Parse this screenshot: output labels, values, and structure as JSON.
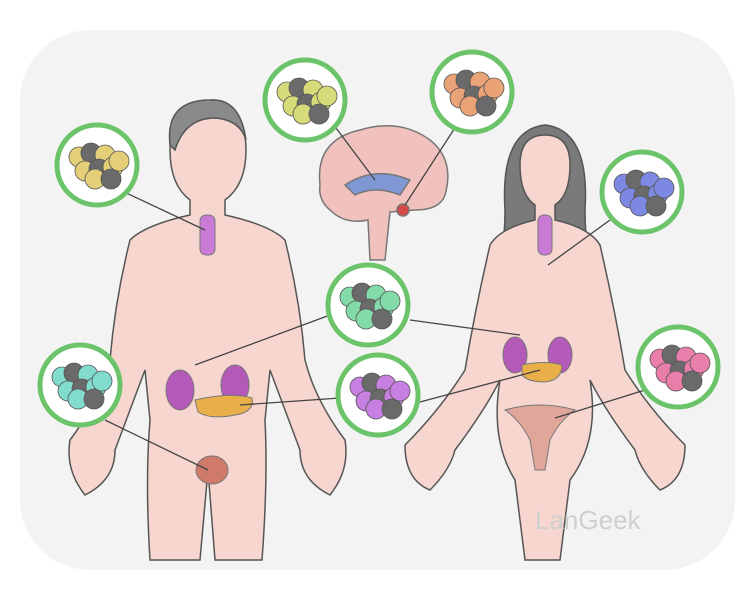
{
  "watermark": "LanGeek",
  "colors": {
    "skin": "#f6d6cf",
    "outline": "#555555",
    "ring": "#6cc46a",
    "hair_male": "#8a8a8a",
    "hair_female": "#7a7a7a"
  },
  "hormones": [
    {
      "name": "thyroid-male",
      "color": "#e4cf78"
    },
    {
      "name": "pineal",
      "color": "#d7da78"
    },
    {
      "name": "pituitary",
      "color": "#e9a377"
    },
    {
      "name": "thyroid-female",
      "color": "#7d88e2"
    },
    {
      "name": "adrenal",
      "color": "#84dbaa"
    },
    {
      "name": "testes",
      "color": "#82dccd"
    },
    {
      "name": "pancreas",
      "color": "#c87fe2"
    },
    {
      "name": "ovaries",
      "color": "#e97eaa"
    }
  ]
}
